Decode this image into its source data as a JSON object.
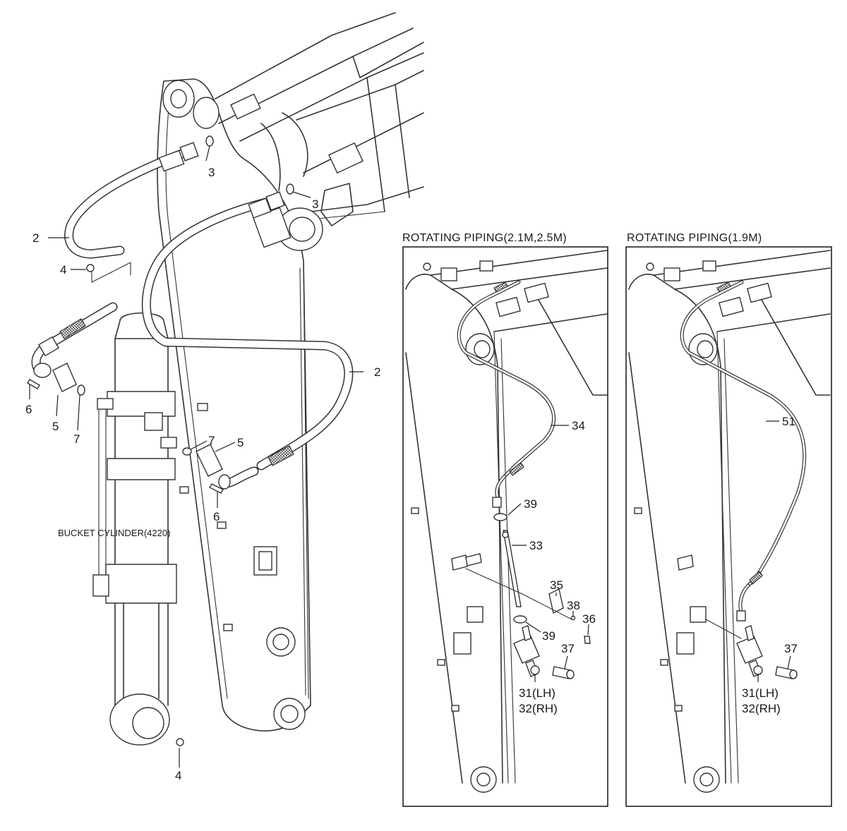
{
  "main_labels": {
    "bucket_cylinder": "BUCKET CYLINDER(4220)",
    "p2a": "2",
    "p2b": "2",
    "p3a": "3",
    "p3b": "3",
    "p4a": "4",
    "p4b": "4",
    "p5a": "5",
    "p5b": "5",
    "p6a": "6",
    "p6b": "6",
    "p7a": "7",
    "p7b": "7"
  },
  "panel_left": {
    "title": "ROTATING PIPING(2.1M,2.5M)",
    "p34": "34",
    "p39a": "39",
    "p33": "33",
    "p35": "35",
    "p38": "38",
    "p36": "36",
    "p39b": "39",
    "p37": "37",
    "p31": "31(LH)",
    "p32": "32(RH)"
  },
  "panel_right": {
    "title": "ROTATING PIPING(1.9M)",
    "p51": "51",
    "p37": "37",
    "p31": "31(LH)",
    "p32": "32(RH)"
  }
}
